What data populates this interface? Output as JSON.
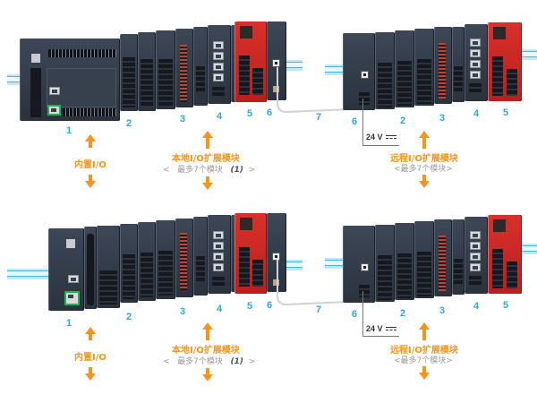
{
  "colors": {
    "accent_orange": "#f7941d",
    "number_blue": "#29a9e6",
    "module_dark": "#2f3743",
    "safety_red": "#c8241f",
    "rail_blue": "#3fb8ec",
    "port_highlight_green": "#22b14c"
  },
  "top_config": {
    "labels": {
      "n1": "1",
      "n2": "2",
      "n3": "3",
      "n4": "4",
      "n5": "5",
      "n6a": "6",
      "n7": "7",
      "n6b": "6",
      "n2b": "2",
      "n3b": "3",
      "n4b": "4",
      "n5b": "5"
    },
    "builtin_io": "内置I/O",
    "local_expansion": "本地I/O扩展模块",
    "local_max": "最多7个模块",
    "local_note": "(1)",
    "remote_expansion": "远程I/O扩展模块",
    "remote_max": "<最多7个模块>",
    "voltage": "24 V"
  },
  "bottom_config": {
    "labels": {
      "n1": "1",
      "n2": "2",
      "n3": "3",
      "n4": "4",
      "n5": "5",
      "n6a": "6",
      "n7": "7",
      "n6b": "6",
      "n2b": "2",
      "n3b": "3",
      "n4b": "4",
      "n5b": "5"
    },
    "builtin_io": "内置I/O",
    "local_expansion": "本地I/O扩展模块",
    "local_max": "最多7个模块",
    "local_note": "(1)",
    "remote_expansion": "远程I/O扩展模块",
    "remote_max": "<最多7个模块>",
    "voltage": "24 V"
  },
  "brackets": {
    "left": "<",
    "right": ">"
  },
  "icons": [
    "din-rail-icon",
    "rj45-port-icon",
    "usb-port-icon",
    "up-arrow-icon",
    "down-arrow-icon",
    "dc-symbol-icon",
    "cable-icon"
  ]
}
